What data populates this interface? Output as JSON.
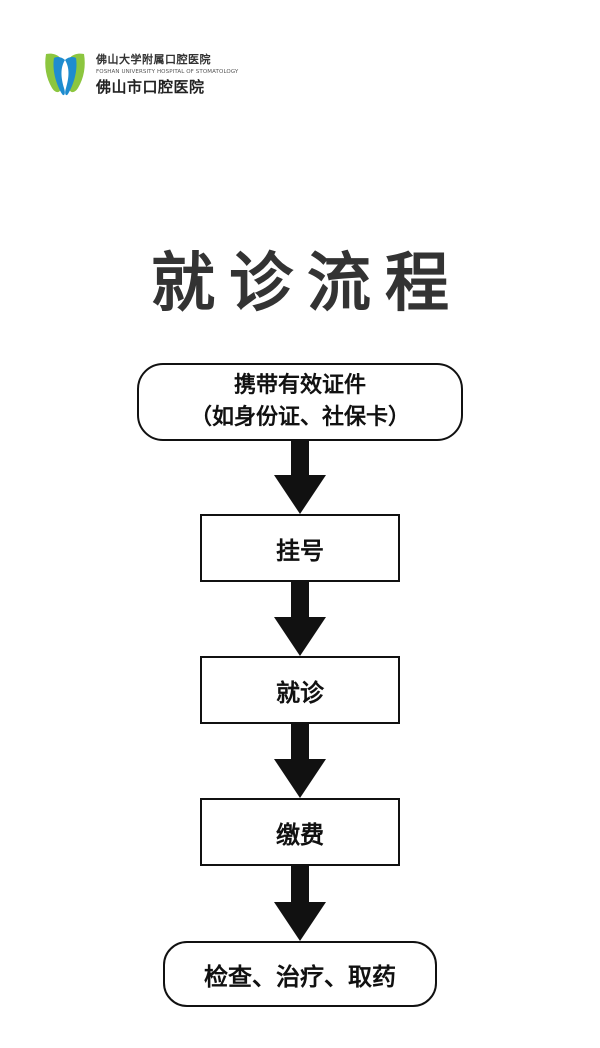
{
  "header": {
    "logo_icon": "tooth-logo-icon",
    "line1": "佛山大学附属口腔医院",
    "line2": "FOSHAN UNIVERSITY HOSPITAL OF STOMATOLOGY",
    "line3": "佛山市口腔医院"
  },
  "title": "就诊流程",
  "flow": {
    "start": {
      "line1": "携带有效证件",
      "line2": "（如身份证、社保卡）"
    },
    "step1": "挂号",
    "step2": "就诊",
    "step3": "缴费",
    "end": "检查、治疗、取药"
  },
  "colors": {
    "logo_green": "#8cc63f",
    "logo_blue": "#1e8ccf",
    "arrow": "#111111",
    "title": "#333333"
  }
}
